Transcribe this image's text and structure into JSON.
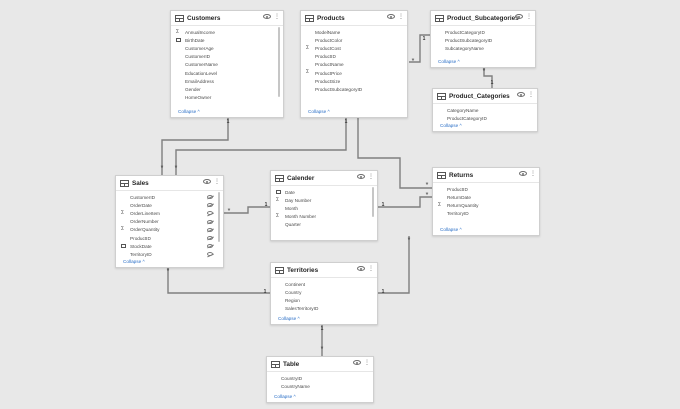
{
  "tables": {
    "customers": {
      "title": "Customers",
      "fields": [
        {
          "name": "AnnualIncome",
          "icon": "sigma-icon"
        },
        {
          "name": "BirthDate",
          "icon": "calendar-icon"
        },
        {
          "name": "CustomerAge",
          "icon": ""
        },
        {
          "name": "CustomerID",
          "icon": ""
        },
        {
          "name": "CustomerName",
          "icon": ""
        },
        {
          "name": "EducationLevel",
          "icon": ""
        },
        {
          "name": "EmailAddress",
          "icon": ""
        },
        {
          "name": "Gender",
          "icon": ""
        },
        {
          "name": "HomeOwner",
          "icon": ""
        }
      ],
      "collapse": "Collapse ^"
    },
    "products": {
      "title": "Products",
      "fields": [
        {
          "name": "ModelName",
          "icon": ""
        },
        {
          "name": "ProductColor",
          "icon": ""
        },
        {
          "name": "ProductCost",
          "icon": "sigma-icon"
        },
        {
          "name": "ProductID",
          "icon": ""
        },
        {
          "name": "ProductName",
          "icon": ""
        },
        {
          "name": "ProductPrice",
          "icon": "sigma-icon"
        },
        {
          "name": "ProductSize",
          "icon": ""
        },
        {
          "name": "ProductSubcategoryID",
          "icon": ""
        }
      ],
      "collapse": "Collapse ^"
    },
    "product_subcategories": {
      "title": "Product_Subcategories",
      "fields": [
        {
          "name": "ProductCategoryID",
          "icon": ""
        },
        {
          "name": "ProductSubcategoryID",
          "icon": ""
        },
        {
          "name": "SubcategoryName",
          "icon": ""
        }
      ],
      "collapse": "Collapse ^"
    },
    "product_categories": {
      "title": "Product_Categories",
      "fields": [
        {
          "name": "CategoryName",
          "icon": ""
        },
        {
          "name": "ProductCategoryID",
          "icon": ""
        }
      ],
      "collapse": "Collapse ^"
    },
    "sales": {
      "title": "Sales",
      "fields": [
        {
          "name": "CustomerID",
          "icon": "",
          "hidden": true
        },
        {
          "name": "OrderDate",
          "icon": "",
          "hidden": true
        },
        {
          "name": "OrderLineItem",
          "icon": "sigma-icon",
          "hidden": true
        },
        {
          "name": "OrderNumber",
          "icon": "",
          "hidden": true
        },
        {
          "name": "OrderQuantity",
          "icon": "sigma-icon",
          "hidden": true
        },
        {
          "name": "ProductID",
          "icon": "",
          "hidden": true
        },
        {
          "name": "StockDate",
          "icon": "calendar-icon",
          "hidden": true
        },
        {
          "name": "TerritoryID",
          "icon": "",
          "hidden": true
        }
      ],
      "collapse": "Collapse ^"
    },
    "calender": {
      "title": "Calender",
      "fields": [
        {
          "name": "Date",
          "icon": "calendar-icon"
        },
        {
          "name": "Day Number",
          "icon": "sigma-icon"
        },
        {
          "name": "Month",
          "icon": ""
        },
        {
          "name": "Month Number",
          "icon": "sigma-icon"
        },
        {
          "name": "Quarter",
          "icon": ""
        }
      ],
      "collapse": "Collapse ^"
    },
    "returns": {
      "title": "Returns",
      "fields": [
        {
          "name": "ProductID",
          "icon": ""
        },
        {
          "name": "ReturnDate",
          "icon": ""
        },
        {
          "name": "ReturnQuantity",
          "icon": "sigma-icon"
        },
        {
          "name": "TerritoryID",
          "icon": ""
        }
      ],
      "collapse": "Collapse ^"
    },
    "territories": {
      "title": "Territories",
      "fields": [
        {
          "name": "Continent",
          "icon": ""
        },
        {
          "name": "Country",
          "icon": ""
        },
        {
          "name": "Region",
          "icon": ""
        },
        {
          "name": "SalesTerritoryID",
          "icon": ""
        }
      ],
      "collapse": "Collapse ^"
    },
    "table": {
      "title": "Table",
      "fields": [
        {
          "name": "CountryID",
          "icon": ""
        },
        {
          "name": "CountryName",
          "icon": ""
        }
      ],
      "collapse": "Collapse ^"
    }
  },
  "relationship_markers": {
    "one": "1",
    "many": "*"
  }
}
